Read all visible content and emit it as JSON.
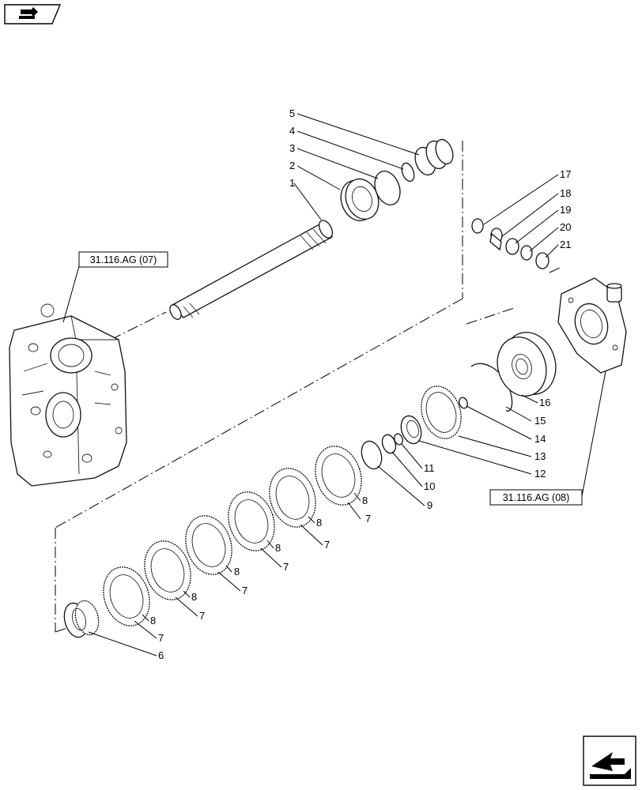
{
  "nav": {
    "top_icon": "back-book-icon",
    "bottom_icon": "next-page-arrow-icon"
  },
  "references": {
    "left": "31.116.AG (07)",
    "right": "31.116.AG (08)"
  },
  "callouts": [
    "1",
    "2",
    "3",
    "4",
    "5",
    "6",
    "7",
    "8",
    "9",
    "10",
    "11",
    "12",
    "13",
    "14",
    "15",
    "16",
    "17",
    "18",
    "19",
    "20",
    "21"
  ]
}
